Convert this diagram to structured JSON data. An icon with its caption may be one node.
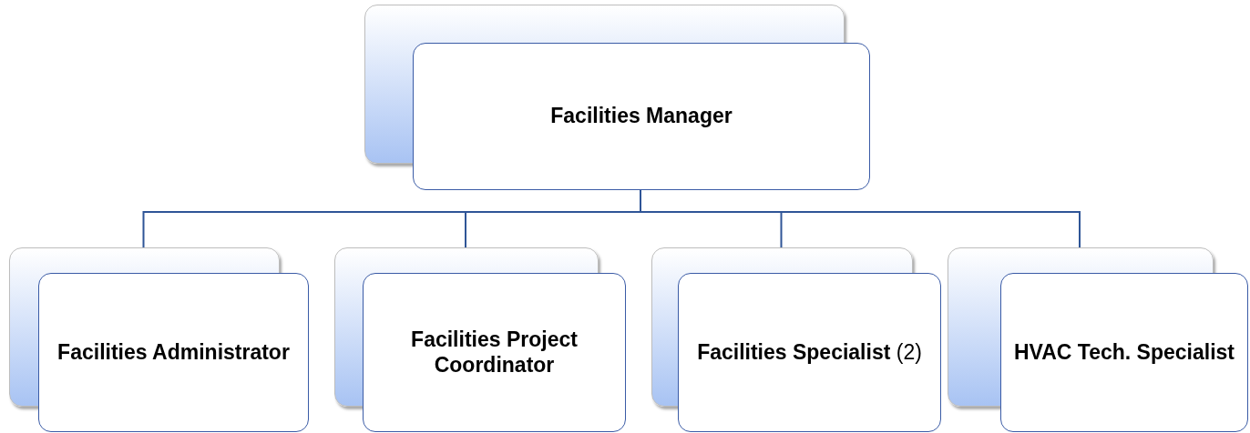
{
  "diagram": {
    "nodes": [
      {
        "text": [
          "Facilities Manager"
        ]
      },
      {
        "text": [
          "Facilities Administrator"
        ]
      },
      {
        "text": [
          "Facilities Project Coordinator"
        ]
      },
      {
        "text": [
          "**Facilities Specialist** (2)"
        ]
      },
      {
        "text": [
          "HVAC Tech. Specialist"
        ]
      }
    ],
    "edges": [
      {
        "from": 0,
        "to": 1,
        "arrow": "none"
      },
      {
        "from": 0,
        "to": 2,
        "arrow": "none"
      },
      {
        "from": 0,
        "to": 3,
        "arrow": "none"
      },
      {
        "from": 0,
        "to": 4,
        "arrow": "none"
      }
    ]
  }
}
